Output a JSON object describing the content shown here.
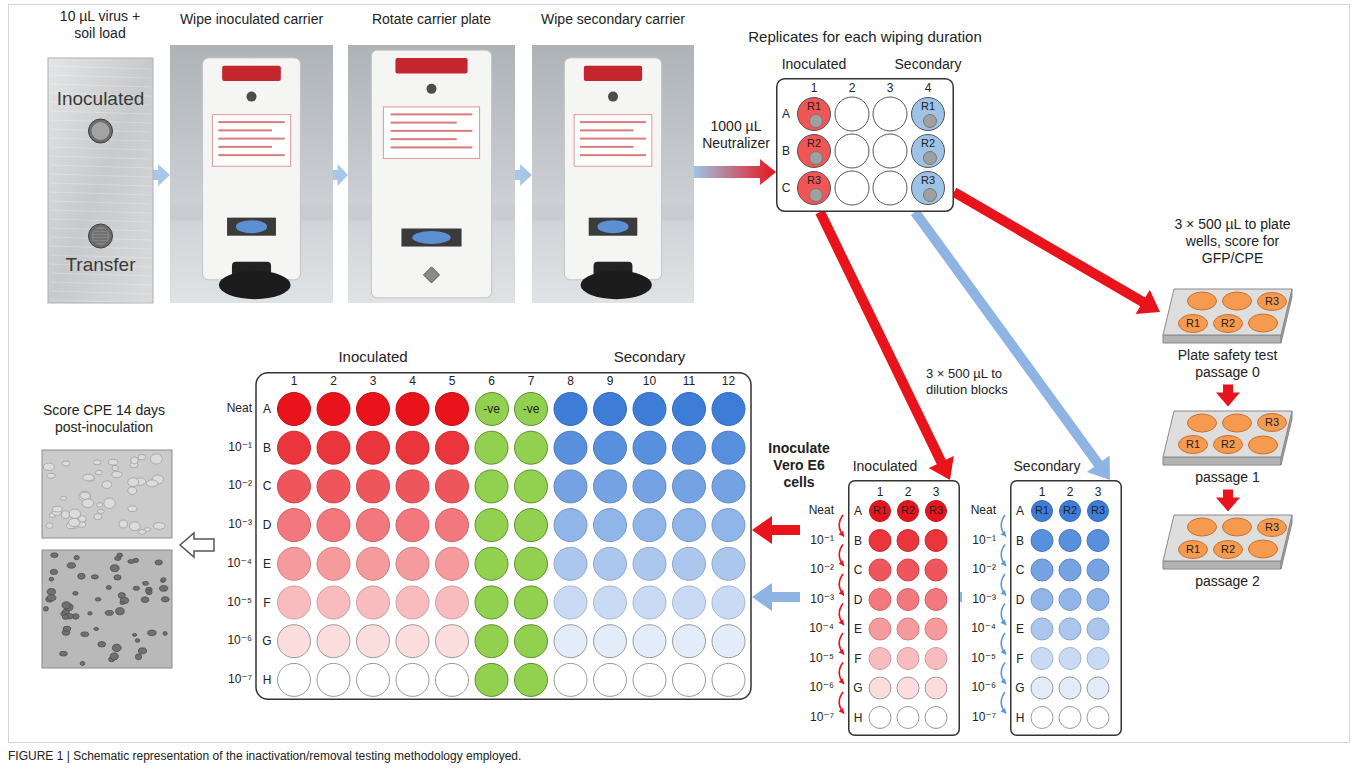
{
  "diagram": {
    "caption": "FIGURE 1 | Schematic representation of the inactivation/removal testing methodology employed.",
    "nodes": [
      {
        "text": [
          "10 µL virus + soil load",
          "Inoculated",
          "Transfer"
        ]
      },
      {
        "text": [
          "Wipe inoculated carrier"
        ]
      },
      {
        "text": [
          "Rotate carrier plate"
        ]
      },
      {
        "text": [
          "Wipe secondary carrier"
        ]
      },
      {
        "text": [
          "Replicates for each wiping duration",
          "Inoculated",
          "Secondary",
          "1",
          "2",
          "3",
          "4",
          "A",
          "B",
          "C"
        ]
      },
      {
        "text": [
          "R1"
        ],
        "in": 4
      },
      {
        "text": [
          "R1"
        ],
        "in": 4
      },
      {
        "text": [
          "R2"
        ],
        "in": 4
      },
      {
        "text": [
          "R2"
        ],
        "in": 4
      },
      {
        "text": [
          "R3"
        ],
        "in": 4
      },
      {
        "text": [
          "R3"
        ],
        "in": 4
      },
      {
        "text": [
          "Plate safety test passage 0"
        ]
      },
      {
        "text": [
          "R3"
        ],
        "in": 11
      },
      {
        "text": [
          "R1"
        ],
        "in": 11
      },
      {
        "text": [
          "R2"
        ],
        "in": 11
      },
      {
        "text": [
          "passage 1"
        ]
      },
      {
        "text": [
          "R3"
        ],
        "in": 15
      },
      {
        "text": [
          "R1"
        ],
        "in": 15
      },
      {
        "text": [
          "R2"
        ],
        "in": 15
      },
      {
        "text": [
          "passage 2"
        ]
      },
      {
        "text": [
          "R3"
        ],
        "in": 19
      },
      {
        "text": [
          "R1"
        ],
        "in": 19
      },
      {
        "text": [
          "R2"
        ],
        "in": 19
      },
      {
        "text": [
          "Score CPE 14 days post-inoculation"
        ]
      },
      {
        "text": [
          "Inoculated",
          "Secondary",
          "1",
          "2",
          "3",
          "4",
          "5",
          "6",
          "7",
          "8",
          "9",
          "10",
          "11",
          "12",
          "A",
          "B",
          "C",
          "D",
          "E",
          "F",
          "G",
          "H",
          "Neat",
          "10⁻¹",
          "10⁻²",
          "10⁻³",
          "10⁻⁴",
          "10⁻⁵",
          "10⁻⁶",
          "10⁻⁷"
        ]
      },
      {
        "text": [
          "-ve"
        ],
        "in": 24
      },
      {
        "text": [
          "-ve"
        ],
        "in": 24
      },
      {
        "text": [
          "Inoculated",
          "1",
          "2",
          "3",
          "A",
          "B",
          "C",
          "D",
          "E",
          "F",
          "G",
          "H",
          "Neat",
          "10⁻¹",
          "10⁻²",
          "10⁻³",
          "10⁻⁴",
          "10⁻⁵",
          "10⁻⁶",
          "10⁻⁷"
        ]
      },
      {
        "text": [
          "R1"
        ],
        "in": 27
      },
      {
        "text": [
          "R2"
        ],
        "in": 27
      },
      {
        "text": [
          "R3"
        ],
        "in": 27
      },
      {
        "text": [
          "Secondary",
          "1",
          "2",
          "3",
          "A",
          "B",
          "C",
          "D",
          "E",
          "F",
          "G",
          "H",
          "Neat",
          "10⁻¹",
          "10⁻²",
          "10⁻³",
          "10⁻⁴",
          "10⁻⁵",
          "10⁻⁶",
          "10⁻⁷"
        ]
      },
      {
        "text": [
          "R1"
        ],
        "in": 31
      },
      {
        "text": [
          "R2"
        ],
        "in": 31
      },
      {
        "text": [
          "R3"
        ],
        "in": 31
      }
    ],
    "edges": [
      {
        "from": 0,
        "to": 1,
        "arrow": "to"
      },
      {
        "from": 1,
        "to": 2,
        "arrow": "to"
      },
      {
        "from": 2,
        "to": 3,
        "arrow": "to"
      },
      {
        "from": 3,
        "to": 4,
        "label": "1000 µL Neutralizer",
        "arrow": "to"
      },
      {
        "from": 4,
        "to": 11,
        "label": "3 × 500 µL to plate wells, score for GFP/CPE",
        "arrow": "to"
      },
      {
        "from": 11,
        "to": 15,
        "arrow": "to"
      },
      {
        "from": 15,
        "to": 19,
        "arrow": "to"
      },
      {
        "from": 4,
        "to": 27,
        "label": "3 × 500 µL to dilution blocks",
        "arrow": "to"
      },
      {
        "from": 4,
        "to": 31,
        "arrow": "to"
      },
      {
        "from": 27,
        "to": 24,
        "label": "Inoculate Vero E6 cells",
        "arrow": "to"
      },
      {
        "from": 31,
        "to": 24,
        "arrow": "to"
      },
      {
        "from": 24,
        "to": 23,
        "arrow": "to"
      }
    ]
  }
}
